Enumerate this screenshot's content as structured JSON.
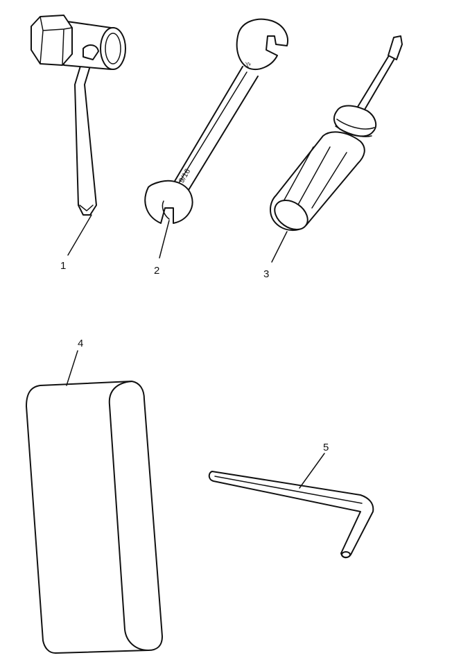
{
  "diagram": {
    "callouts": [
      {
        "number": "1",
        "item": "spark-plug-socket-wrench"
      },
      {
        "number": "2",
        "item": "open-end-wrench"
      },
      {
        "number": "3",
        "item": "screwdriver"
      },
      {
        "number": "4",
        "item": "tool-pouch"
      },
      {
        "number": "5",
        "item": "hex-key"
      }
    ],
    "wrench_stamp": "9/16",
    "colors": {
      "ink": "#111111",
      "background": "#ffffff"
    }
  }
}
